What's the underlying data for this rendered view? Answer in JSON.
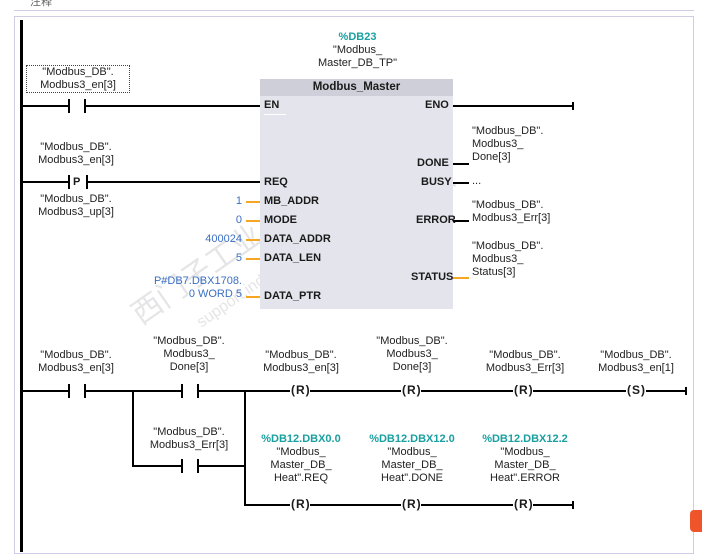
{
  "header": {
    "comment_label": "注释"
  },
  "network1": {
    "enable_contact": {
      "tag_line1": "\"Modbus_DB\".",
      "tag_line2": "Modbus3_en[3]",
      "type": "NO"
    },
    "req_contact": {
      "tag_line1": "\"Modbus_DB\".",
      "tag_line2": "Modbus3_en[3]",
      "type": "P",
      "glyph": "P",
      "edge_mem_line1": "\"Modbus_DB\".",
      "edge_mem_line2": "Modbus3_up[3]"
    },
    "block": {
      "instance_addr": "%DB23",
      "instance_line1": "\"Modbus_",
      "instance_line2": "Master_DB_TP\"",
      "type_name": "Modbus_Master",
      "inputs": [
        {
          "pin": "EN",
          "value": ""
        },
        {
          "pin": "REQ",
          "value": ""
        },
        {
          "pin": "MB_ADDR",
          "value": "1"
        },
        {
          "pin": "MODE",
          "value": "0"
        },
        {
          "pin": "DATA_ADDR",
          "value": "400024"
        },
        {
          "pin": "DATA_LEN",
          "value": "5"
        },
        {
          "pin": "DATA_PTR",
          "value_line1": "P#DB7.DBX1708.",
          "value_line2": "0 WORD 5"
        }
      ],
      "outputs": [
        {
          "pin": "ENO"
        },
        {
          "pin": "DONE",
          "tag_lines": [
            "\"Modbus_DB\".",
            "Modbus3_",
            "Done[3]"
          ]
        },
        {
          "pin": "BUSY",
          "tag_lines": [
            "..."
          ]
        },
        {
          "pin": "ERROR",
          "tag_lines": [
            "\"Modbus_DB\".",
            "Modbus3_Err[3]"
          ]
        },
        {
          "pin": "STATUS",
          "tag_lines": [
            "\"Modbus_DB\".",
            "Modbus3_",
            "Status[3]"
          ]
        }
      ]
    }
  },
  "network2": {
    "contact_en": {
      "line1": "\"Modbus_DB\".",
      "line2": "Modbus3_en[3]"
    },
    "contact_done": {
      "line1": "\"Modbus_DB\".",
      "line2": "Modbus3_",
      "line3": "Done[3]"
    },
    "contact_err": {
      "line1": "\"Modbus_DB\".",
      "line2": "Modbus3_Err[3]"
    },
    "coils_top": [
      {
        "op": "R",
        "line1": "\"Modbus_DB\".",
        "line2": "Modbus3_en[3]"
      },
      {
        "op": "R",
        "line1": "\"Modbus_DB\".",
        "line2": "Modbus3_",
        "line3": "Done[3]"
      },
      {
        "op": "R",
        "line1": "\"Modbus_DB\".",
        "line2": "Modbus3_Err[3]"
      },
      {
        "op": "S",
        "line1": "\"Modbus_DB\".",
        "line2": "Modbus3_en[1]"
      }
    ],
    "coils_bottom": [
      {
        "op": "R",
        "addr": "%DB12.DBX0.0",
        "line1": "\"Modbus_",
        "line2": "Master_DB_",
        "line3": "Heat\".REQ"
      },
      {
        "op": "R",
        "addr": "%DB12.DBX12.0",
        "line1": "\"Modbus_",
        "line2": "Master_DB_",
        "line3": "Heat\".DONE"
      },
      {
        "op": "R",
        "addr": "%DB12.DBX12.2",
        "line1": "\"Modbus_",
        "line2": "Master_DB_",
        "line3": "Heat\".ERROR"
      }
    ]
  },
  "watermark": {
    "text1": "西门子工业",
    "text2": "技术论坛",
    "text3": "support.industry.siemens.com"
  }
}
